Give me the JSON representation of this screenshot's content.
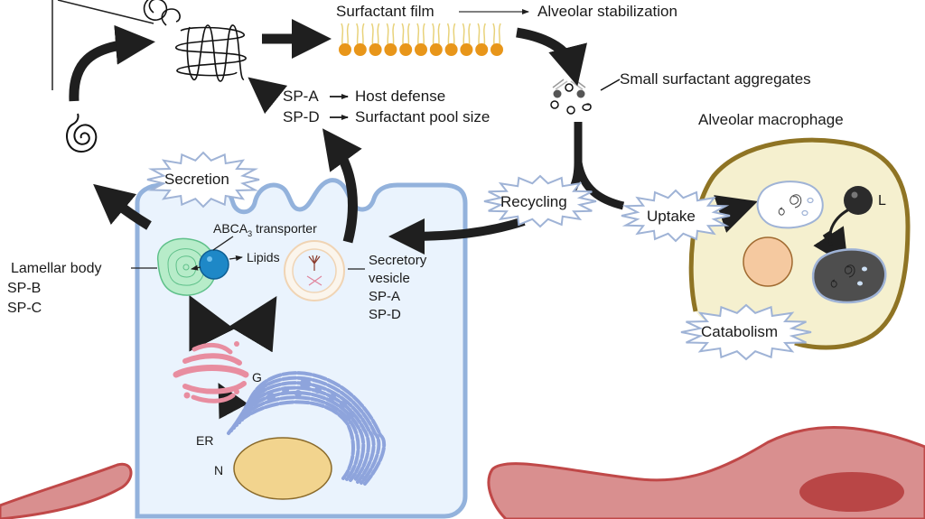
{
  "figure": {
    "title": "Surfactant lifecycle in the alveolus",
    "colors": {
      "type2_cell_fill": "#eaf3fd",
      "type2_cell_border": "#93b2dc",
      "macrophage_fill": "#f5f0cf",
      "macrophage_border": "#8f7424",
      "surfactant_head": "#e8961a",
      "surfactant_tail": "#e8d27a",
      "lamellar_body": "#7fd6a4",
      "abca3": "#1e88c7",
      "golgi": "#e88da0",
      "er": "#8ea4dc",
      "nucleus": "#f2d48e",
      "capillary_fill": "#d98f8f",
      "capillary_border": "#c04848",
      "burst_stroke": "#9fb3d6",
      "arrow": "#1f1f1f"
    }
  },
  "labels": {
    "surfactant_film": "Surfactant film",
    "alveolar_stabilization": "Alveolar stabilization",
    "small_aggregates": "Small surfactant aggregates",
    "alveolar_macrophage": "Alveolar macrophage",
    "spa": "SP-A",
    "spd": "SP-D",
    "host_defense": "Host defense",
    "pool_size": "Surfactant pool size",
    "abca3_main": "ABCA",
    "abca3_sub": "3",
    "abca3_rest": " transporter",
    "lipids": "Lipids",
    "lamellar_body": "Lamellar body",
    "spb": "SP-B",
    "spc": "SP-C",
    "secretory_vesicle_1": "Secretory",
    "secretory_vesicle_2": "vesicle",
    "secretory_spa": "SP-A",
    "secretory_spd": "SP-D",
    "golgi": "G",
    "er": "ER",
    "nucleus": "N",
    "lysosome": "L"
  },
  "processes": {
    "secretion": "Secretion",
    "recycling": "Recycling",
    "uptake": "Uptake",
    "catabolism": "Catabolism"
  }
}
